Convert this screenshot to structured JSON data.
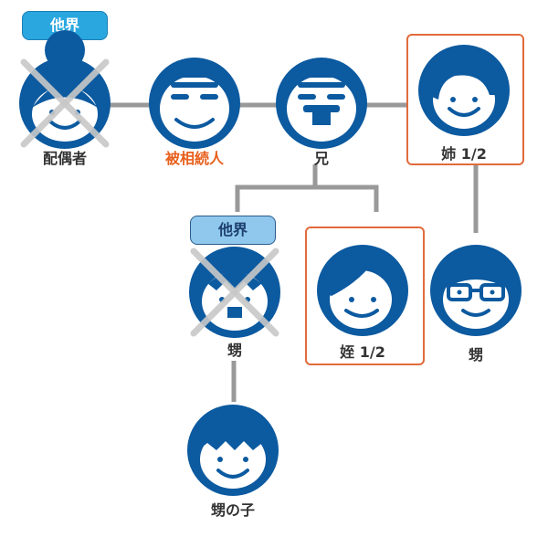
{
  "colors": {
    "face_blue": "#0c5aa0",
    "line_gray": "#999999",
    "cross_gray": "#c8c8c8",
    "heir_box": "#e06b3c",
    "self_label": "#e8601c",
    "badge": "#2aa7df"
  },
  "people": [
    {
      "id": "spouse",
      "label": "配偶者",
      "badge": "他界",
      "deceased": true,
      "style": "bun"
    },
    {
      "id": "decedent",
      "label": "被相続人",
      "self": true,
      "style": "grandpa"
    },
    {
      "id": "brother",
      "label": "兄",
      "style": "grandpa-mustache"
    },
    {
      "id": "sister",
      "label": "姉 1/2",
      "heir": true,
      "style": "woman"
    },
    {
      "id": "nephew-deceased",
      "label": "甥",
      "badge": "他界",
      "deceased": true,
      "style": "boy"
    },
    {
      "id": "niece",
      "label": "姪 1/2",
      "heir": true,
      "style": "girl"
    },
    {
      "id": "nephew-sister",
      "label": "甥",
      "style": "glasses"
    },
    {
      "id": "grandnephew",
      "label": "甥の子",
      "style": "kid"
    }
  ]
}
